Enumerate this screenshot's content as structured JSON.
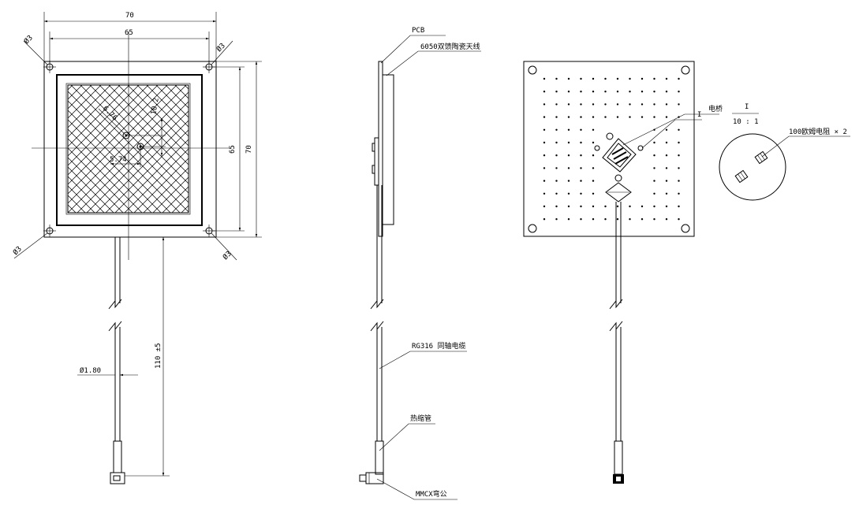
{
  "front_view": {
    "dim_width_outer": "70",
    "dim_width_inner": "65",
    "dim_height_inner": "65",
    "dim_height_outer": "70",
    "hole_tl": "Ø3",
    "hole_tr": "Ø3",
    "hole_bl": "Ø3",
    "hole_br": "Ø3",
    "feed_offset_a": "6.76",
    "feed_offset_b": "10.2",
    "feed_offset_c": "5.74",
    "cable_length": "110 ±5",
    "cable_diameter": "Ø1.80"
  },
  "side_view": {
    "label_pcb": "PCB",
    "label_antenna": "6050双馈陶瓷天线",
    "label_cable": "RG316 同轴电缆",
    "label_shrink": "热缩管",
    "label_connector": "MMCX弯公"
  },
  "back_view": {
    "label_bridge": "电桥",
    "label_detail": "I",
    "detail_title": "I",
    "detail_scale": "10 : 1",
    "label_resistor": "100欧姆电阻 × 2"
  }
}
